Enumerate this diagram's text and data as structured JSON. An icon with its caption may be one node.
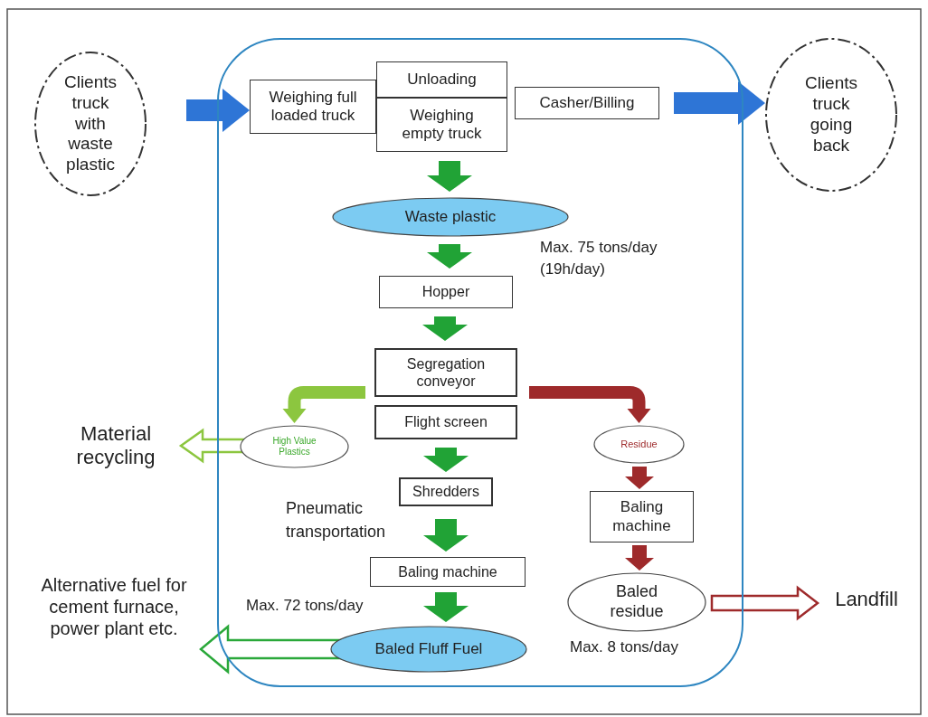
{
  "diagram": {
    "nodes": [
      {
        "text": [],
        "shape": "box"
      },
      {
        "text": [
          "Clients truck with waste plastic"
        ]
      },
      {
        "text": [
          "Weighing full loaded truck"
        ],
        "in": 0
      },
      {
        "text": [
          "Unloading"
        ],
        "in": 0
      },
      {
        "text": [
          "Weighing empty truck"
        ],
        "in": 0
      },
      {
        "text": [
          "Casher/Billing"
        ],
        "in": 0
      },
      {
        "text": [
          "Clients truck going back"
        ]
      },
      {
        "text": [
          "Waste plastic"
        ],
        "in": 0,
        "beside": [
          "Max. 75 tons/day (19h/day)"
        ]
      },
      {
        "text": [
          "Hopper"
        ],
        "in": 0
      },
      {
        "text": [
          "Segregation conveyor"
        ],
        "in": 0
      },
      {
        "text": [
          "Flight screen"
        ],
        "in": 0
      },
      {
        "text": [
          "High Value Plastics"
        ],
        "in": 0
      },
      {
        "text": [
          "Material recycling"
        ]
      },
      {
        "text": [
          "Shredders"
        ],
        "in": 0
      },
      {
        "text": [
          "Baling machine"
        ],
        "in": 0
      },
      {
        "text": [
          "Baled Fluff Fuel"
        ],
        "in": 0,
        "beside": [
          "Max. 72 tons/day"
        ]
      },
      {
        "text": [
          "Alternative fuel for cement furnace, power plant etc."
        ]
      },
      {
        "text": [
          "Residue"
        ],
        "in": 0
      },
      {
        "text": [
          "Baling machine"
        ],
        "in": 0
      },
      {
        "text": [
          "Baled residue"
        ],
        "in": 0,
        "beside": [
          "Max. 8 tons/day"
        ]
      },
      {
        "text": [
          "Landfill"
        ]
      }
    ],
    "edges": [
      {
        "from": 1,
        "to": 2,
        "arrow": "to",
        "color": "#2e75d6"
      },
      {
        "from": 5,
        "to": 6,
        "arrow": "to",
        "color": "#2e75d6"
      },
      {
        "from": 4,
        "to": 7,
        "arrow": "to"
      },
      {
        "from": 7,
        "to": 8,
        "arrow": "to"
      },
      {
        "from": 8,
        "to": 9,
        "arrow": "to"
      },
      {
        "from": 9,
        "to": 11,
        "arrow": "to",
        "color": "#8cc63f"
      },
      {
        "from": 9,
        "to": 17,
        "arrow": "to",
        "color": "#9e2a2b"
      },
      {
        "from": 10,
        "to": 13,
        "arrow": "to"
      },
      {
        "from": 13,
        "to": 14,
        "arrow": "to",
        "label": "Pneumatic transportation"
      },
      {
        "from": 14,
        "to": 15,
        "arrow": "to"
      },
      {
        "from": 15,
        "to": 16,
        "arrow": "to",
        "color": "#2aa83a"
      },
      {
        "from": 11,
        "to": 12,
        "arrow": "to",
        "color": "#8cc63f"
      },
      {
        "from": 17,
        "to": 18,
        "arrow": "to",
        "color": "#9e2a2b"
      },
      {
        "from": 18,
        "to": 19,
        "arrow": "to",
        "color": "#9e2a2b"
      },
      {
        "from": 19,
        "to": 20,
        "arrow": "to",
        "color": "#9e2a2b"
      }
    ]
  }
}
